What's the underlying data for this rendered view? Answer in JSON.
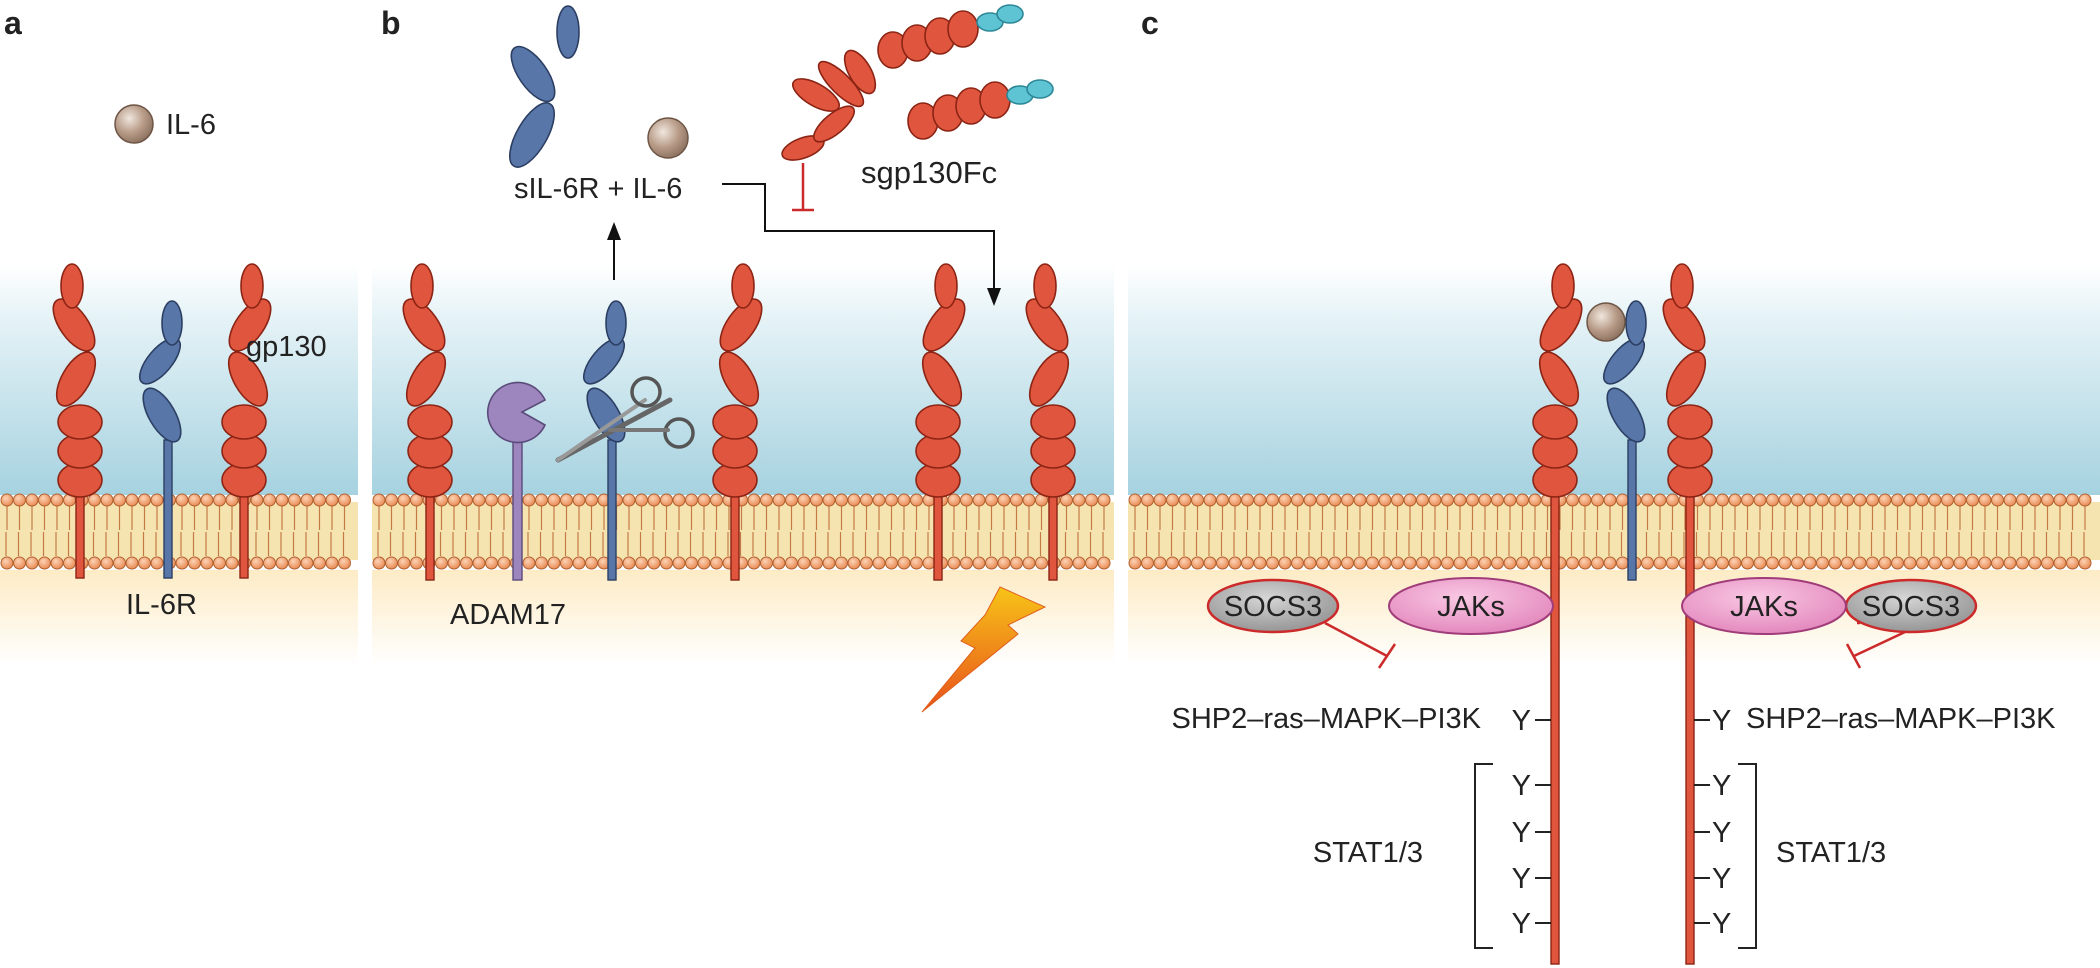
{
  "panels": {
    "a": {
      "letter": "a",
      "ligand_label": "IL-6",
      "receptor_label": "IL-6R",
      "signal_transducer_label": "gp130"
    },
    "b": {
      "letter": "b",
      "soluble_complex_label": "sIL-6R + IL-6",
      "inhibitor_label": "sgp130Fc",
      "protease_label": "ADAM17"
    },
    "c": {
      "letter": "c",
      "kinase_label_left": "JAKs",
      "kinase_label_right": "JAKs",
      "suppressor_label_left": "SOCS3",
      "suppressor_label_right": "SOCS3",
      "pathway_label_left": "SHP2–ras–MAPK–PI3K",
      "pathway_label_right": "SHP2–ras–MAPK–PI3K",
      "stat_label_left": "STAT1/3",
      "stat_label_right": "STAT1/3",
      "tyrosine_symbol": "Y"
    }
  },
  "colors": {
    "gp130": "#e0553e",
    "il6r": "#5876a8",
    "il6": "#b59a88",
    "adam17": "#9c86bd",
    "fc_domain": "#5ec4d4",
    "jak": "#ec90c5",
    "socs3": "#a9a9a9",
    "inhibition": "#cc2a2a",
    "membrane_head": "#f2a06e",
    "bolt_top": "#f7c418",
    "bolt_bottom": "#e8501c"
  }
}
